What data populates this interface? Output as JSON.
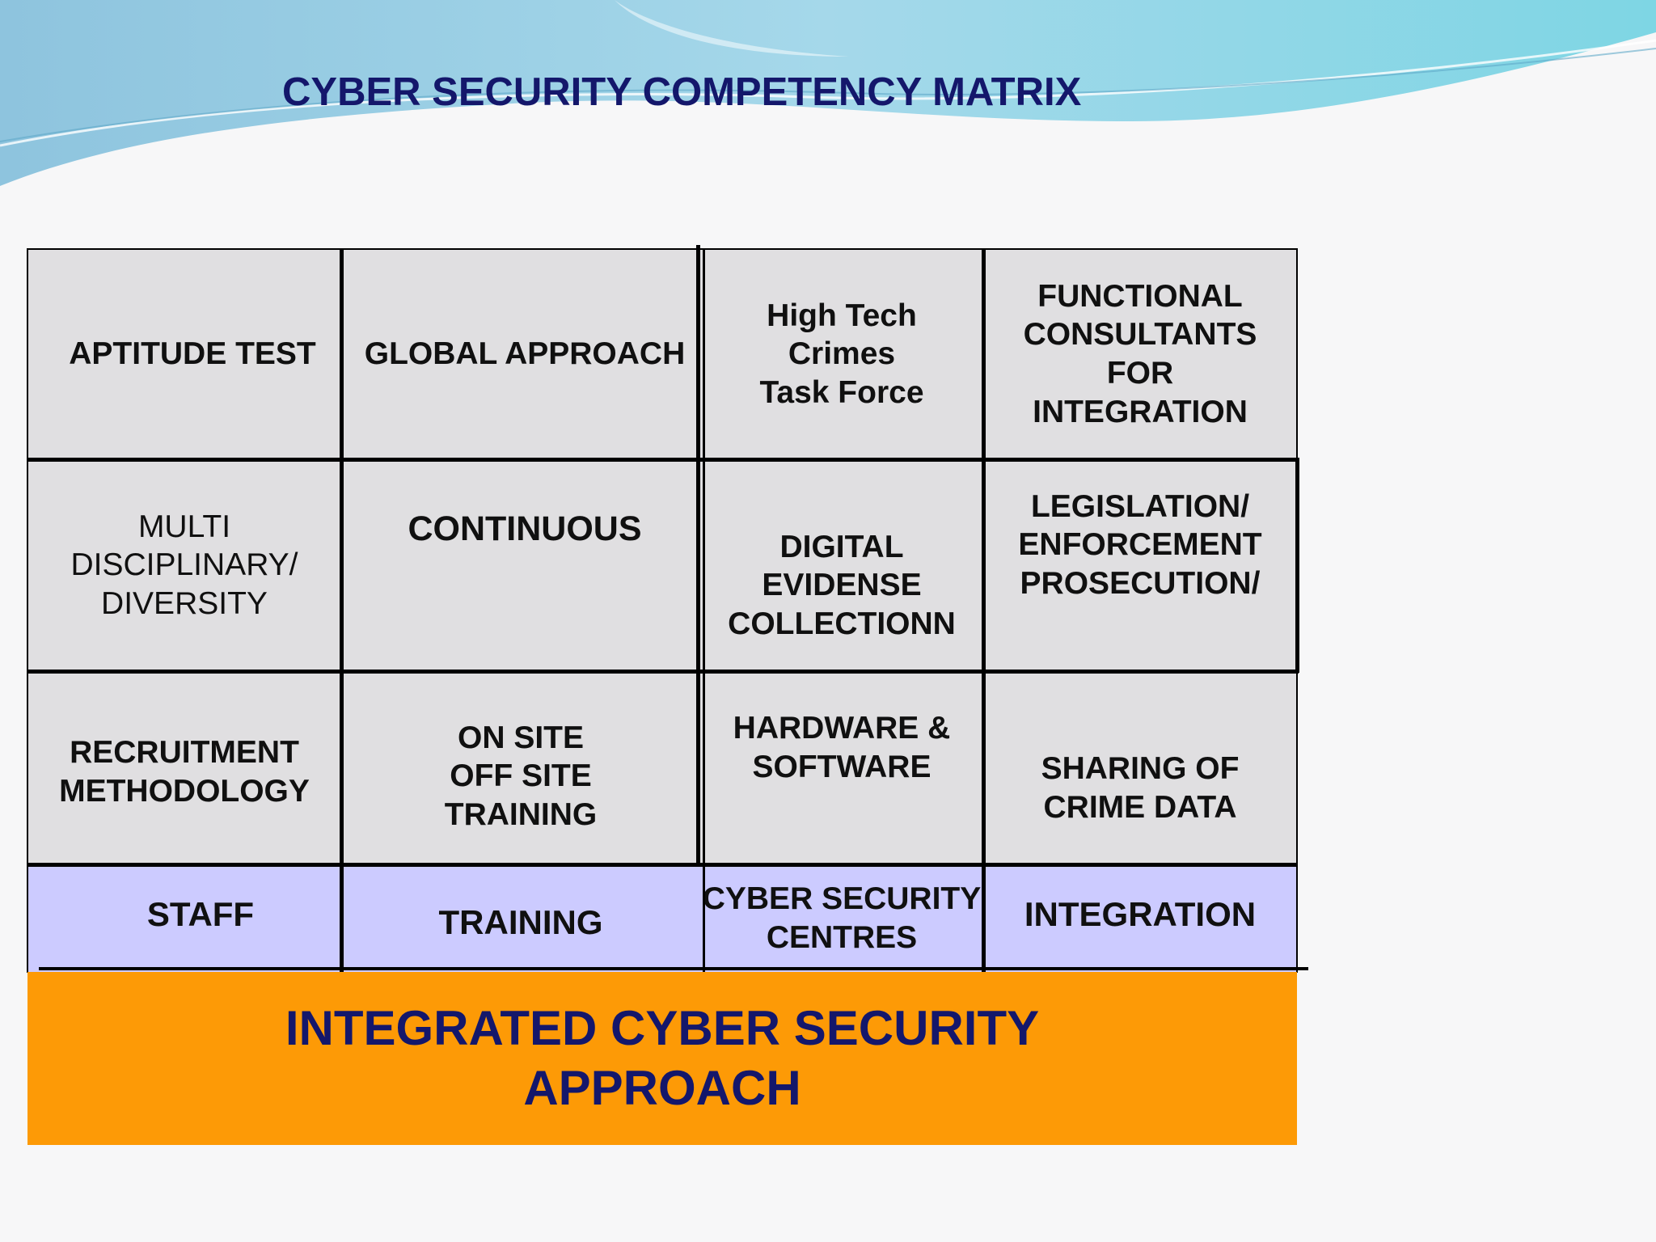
{
  "title": "CYBER SECURITY COMPETENCY MATRIX",
  "grid": {
    "rows": [
      [
        "APTITUDE TEST",
        "GLOBAL APPROACH",
        "High Tech\nCrimes\nTask Force",
        "FUNCTIONAL\nCONSULTANTS\nFOR\nINTEGRATION"
      ],
      [
        "MULTI\nDISCIPLINARY/\nDIVERSITY",
        "CONTINUOUS",
        "DIGITAL\nEVIDENSE\nCOLLECTIONN",
        "LEGISLATION/\nENFORCEMENT\nPROSECUTION/"
      ],
      [
        "RECRUITMENT\nMETHODOLOGY",
        "ON SITE\nOFF SITE\nTRAINING",
        "HARDWARE &\nSOFTWARE",
        "SHARING OF\nCRIME DATA"
      ]
    ],
    "pillars": [
      "STAFF",
      "TRAINING",
      "CYBER SECURITY\nCENTRES",
      "INTEGRATION"
    ]
  },
  "footer": "INTEGRATED CYBER SECURITY\nAPPROACH",
  "colors": {
    "title": "#14176b",
    "cell_bg": "#e0dfe1",
    "pillar_bg": "#cccbff",
    "footer_bg": "#fd9a06",
    "wave": "#7ecde6"
  }
}
